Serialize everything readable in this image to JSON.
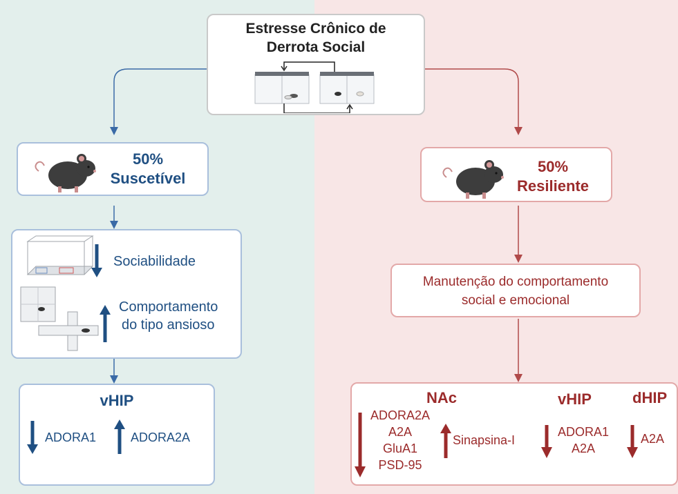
{
  "top": {
    "title_line1": "Estresse Crônico de",
    "title_line2": "Derrota Social"
  },
  "left": {
    "percent": "50%",
    "label": "Suscetível",
    "behavior": {
      "item1": "Sociabilidade",
      "item2_line1": "Comportamento",
      "item2_line2": "do tipo ansioso"
    },
    "region": {
      "title": "vHIP",
      "down": "ADORA1",
      "up": "ADORA2A"
    }
  },
  "right": {
    "percent": "50%",
    "label": "Resiliente",
    "maintenance_line1": "Manutenção do comportamento",
    "maintenance_line2": "social e emocional",
    "nac": {
      "title": "NAc",
      "down": [
        "ADORA2A",
        "A2A",
        "GluA1",
        "PSD-95"
      ],
      "up": "Sinapsina-I"
    },
    "vhip": {
      "title": "vHIP",
      "down": [
        "ADORA1",
        "A2A"
      ]
    },
    "dhip": {
      "title": "dHIP",
      "down": "A2A"
    }
  },
  "colors": {
    "blue": "#1f4f82",
    "red": "#9b2b2b",
    "left_bg": "#e3efec",
    "right_bg": "#f8e6e6"
  },
  "icons": [
    "mouse-icon",
    "cage-icon",
    "open-field-icon",
    "elevated-plus-maze-icon"
  ]
}
